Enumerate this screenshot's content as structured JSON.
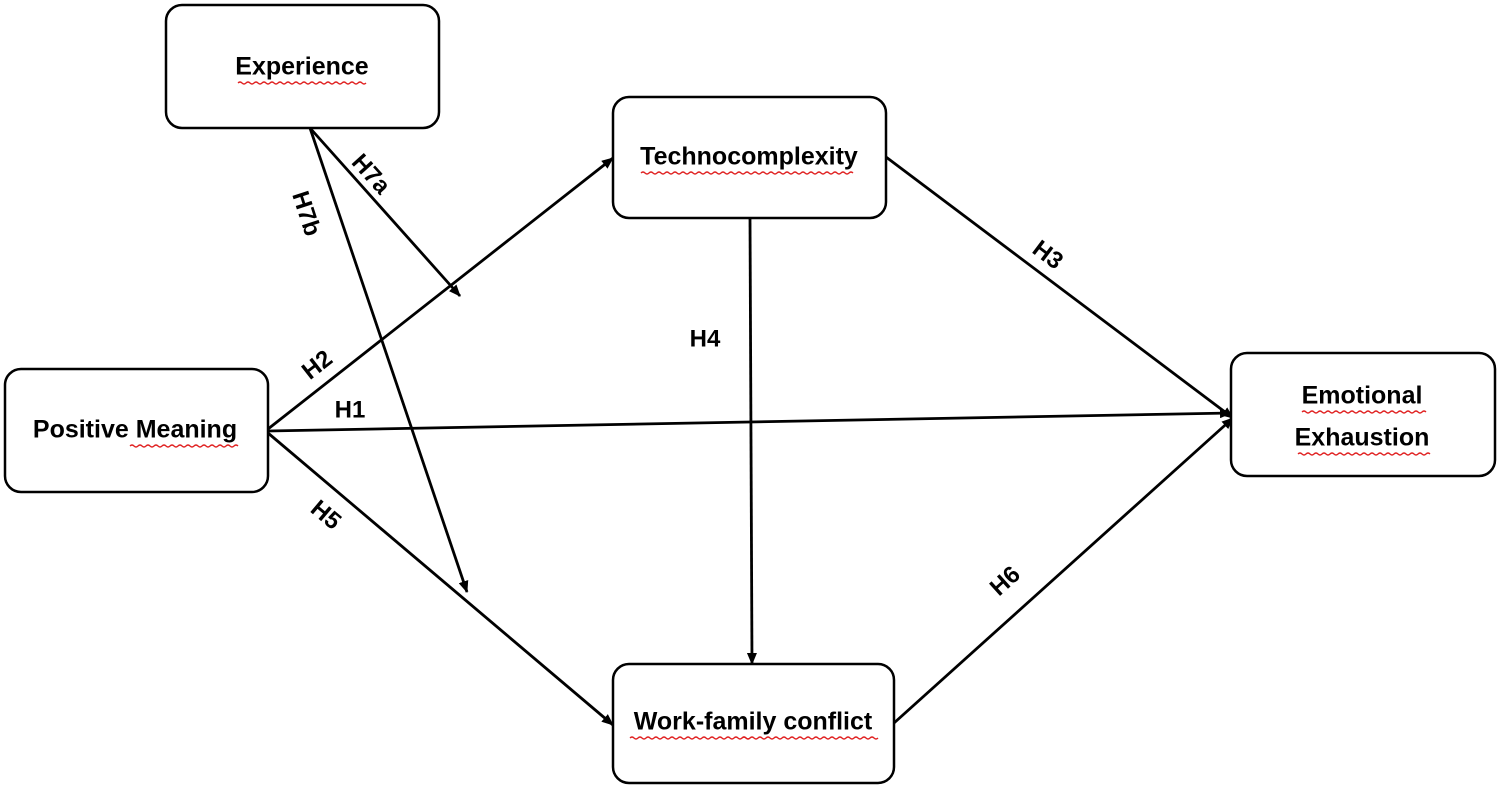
{
  "nodes": {
    "experience": {
      "label": "Experience"
    },
    "technocomplexity": {
      "label": "Technocomplexity"
    },
    "positive_meaning": {
      "label": "Positive Meaning"
    },
    "emotional_exhaustion": {
      "line1": "Emotional",
      "line2": "Exhaustion"
    },
    "work_family_conflict": {
      "label": "Work-family conflict"
    }
  },
  "edges": {
    "h1": {
      "label": "H1",
      "from": "Positive Meaning",
      "to": "Emotional Exhaustion"
    },
    "h2": {
      "label": "H2",
      "from": "Positive Meaning",
      "to": "Technocomplexity"
    },
    "h3": {
      "label": "H3",
      "from": "Technocomplexity",
      "to": "Emotional Exhaustion"
    },
    "h4": {
      "label": "H4",
      "from": "Technocomplexity",
      "to": "Work-family conflict"
    },
    "h5": {
      "label": "H5",
      "from": "Positive Meaning",
      "to": "Work-family conflict"
    },
    "h6": {
      "label": "H6",
      "from": "Work-family conflict",
      "to": "Emotional Exhaustion"
    },
    "h7a": {
      "label": "H7a",
      "from": "Experience",
      "to": "H2"
    },
    "h7b": {
      "label": "H7b",
      "from": "Experience",
      "to": "H5"
    }
  },
  "colors": {
    "stroke": "#000000",
    "spellcheck_underline": "#e02020",
    "background": "#ffffff"
  }
}
